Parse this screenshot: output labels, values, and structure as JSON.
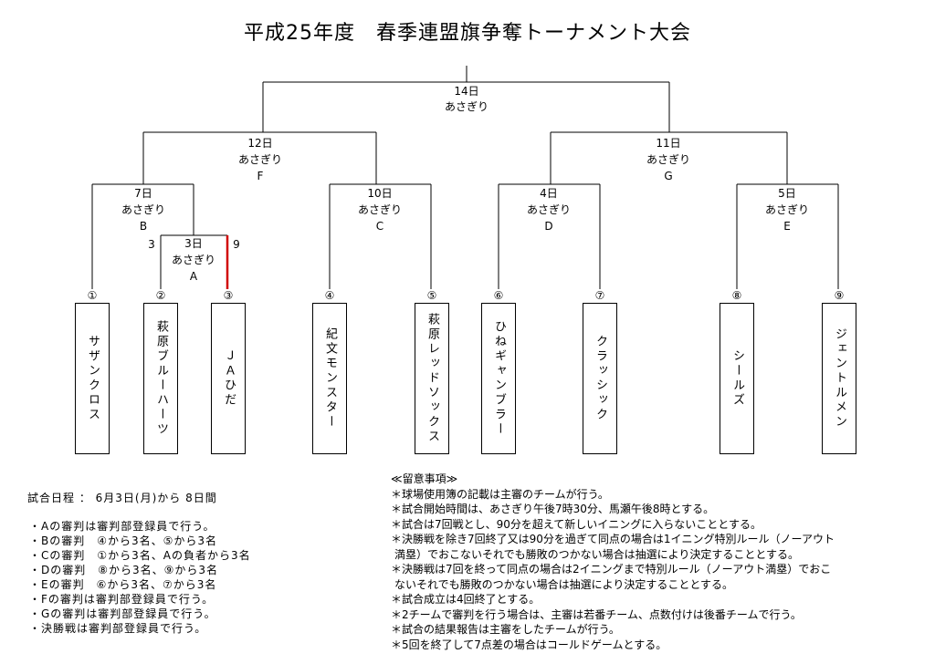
{
  "title": "平成25年度　春季連盟旗争奪トーナメント大会",
  "bracket": {
    "final": {
      "date": "14日",
      "venue": "あさぎり"
    },
    "F": {
      "date": "12日",
      "venue": "あさぎり",
      "label": "F"
    },
    "G": {
      "date": "11日",
      "venue": "あさぎり",
      "label": "G"
    },
    "B": {
      "date": "7日",
      "venue": "あさぎり",
      "label": "B"
    },
    "C": {
      "date": "10日",
      "venue": "あさぎり",
      "label": "C"
    },
    "D": {
      "date": "4日",
      "venue": "あさぎり",
      "label": "D"
    },
    "E": {
      "date": "5日",
      "venue": "あさぎり",
      "label": "E"
    },
    "A": {
      "date": "3日",
      "venue": "あさぎり",
      "label": "A",
      "score_left": "3",
      "score_right": "9"
    }
  },
  "teams": [
    {
      "seed": "①",
      "name": "サザンクロス"
    },
    {
      "seed": "②",
      "name": "萩原ブルーハーツ"
    },
    {
      "seed": "③",
      "name": "ＪＡひだ"
    },
    {
      "seed": "④",
      "name": "紀文モンスター"
    },
    {
      "seed": "⑤",
      "name": "萩原レッドソックス"
    },
    {
      "seed": "⑥",
      "name": "ひねギャンブラー"
    },
    {
      "seed": "⑦",
      "name": "クラッシック"
    },
    {
      "seed": "⑧",
      "name": "シールズ"
    },
    {
      "seed": "⑨",
      "name": "ジェントルメン"
    }
  ],
  "colors": {
    "line": "#000000",
    "advance_line": "#d00000"
  },
  "schedule": "試合日程 ： 6月3日(月)から 8日間",
  "umpires": [
    "・Aの審判は審判部登録員で行う。",
    "・Bの審判　④から3名、⑤から3名",
    "・Cの審判　①から3名、Aの負者から3名",
    "・Dの審判　⑧から3名、⑨から3名",
    "・Eの審判　⑥から3名、⑦から3名",
    "・Fの審判は審判部登録員で行う。",
    "・Gの審判は審判部登録員で行う。",
    "・決勝戦は審判部登録員で行う。"
  ],
  "notes": {
    "heading": "≪留意事項≫",
    "items": [
      {
        "lines": [
          "＊球場使用簿の記載は主審のチームが行う。"
        ]
      },
      {
        "lines": [
          "＊試合開始時間は、あさぎり午後7時30分、馬瀬午後8時とする。"
        ]
      },
      {
        "lines": [
          "＊試合は7回戦とし、90分を超えて新しいイニングに入らないこととする。"
        ]
      },
      {
        "lines": [
          "＊決勝戦を除き7回終了又は90分を過ぎて同点の場合は1イニング特別ルール（ノーアウト",
          "満塁）でおこないそれでも勝敗のつかない場合は抽選により決定することとする。"
        ]
      },
      {
        "lines": [
          "＊決勝戦は7回を終って同点の場合は2イニングまで特別ルール（ノーアウト満塁）でおこ",
          "ないそれでも勝敗のつかない場合は抽選により決定することとする。"
        ]
      },
      {
        "lines": [
          "＊試合成立は4回終了とする。"
        ]
      },
      {
        "lines": [
          "＊2チームで審判を行う場合は、主審は若番チーム、点数付けは後番チームで行う。"
        ]
      },
      {
        "lines": [
          "＊試合の結果報告は主審をしたチームが行う。"
        ]
      },
      {
        "lines": [
          "＊5回を終了して7点差の場合はコールドゲームとする。"
        ]
      }
    ]
  }
}
